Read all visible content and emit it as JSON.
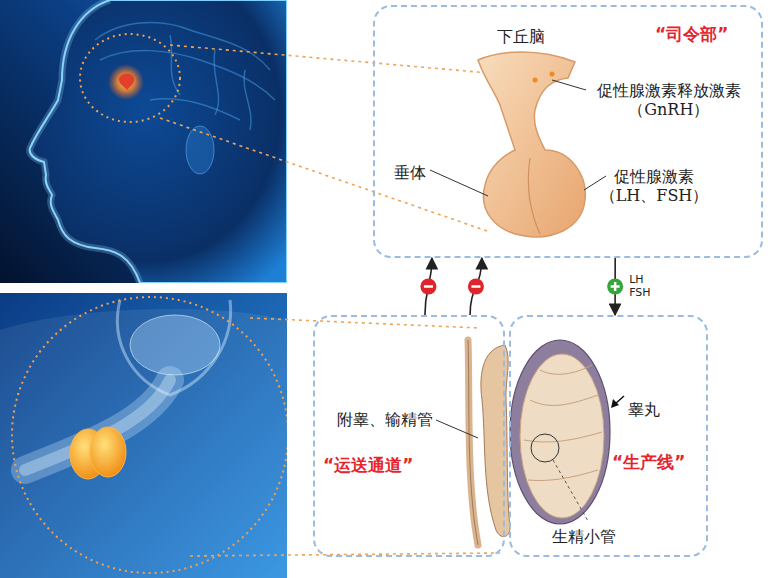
{
  "diagram": {
    "nodes": [
      {
        "text": [
          "下丘脑",
          "“司令部”",
          "促性腺激素释放激素 （GnRH）",
          "垂体",
          "促性腺激素 （LH、FSH）"
        ]
      },
      {
        "text": [
          "附睾、输精管",
          "“运送通道”"
        ]
      },
      {
        "text": [
          "睾丸",
          "“生产线”",
          "生精小管"
        ]
      }
    ],
    "edges": [
      {
        "from": 1,
        "to": 0,
        "arrow": "to"
      },
      {
        "from": 1,
        "to": 0,
        "arrow": "to"
      },
      {
        "from": 0,
        "to": 2,
        "arrow": "to",
        "label": "LH FSH"
      }
    ]
  }
}
